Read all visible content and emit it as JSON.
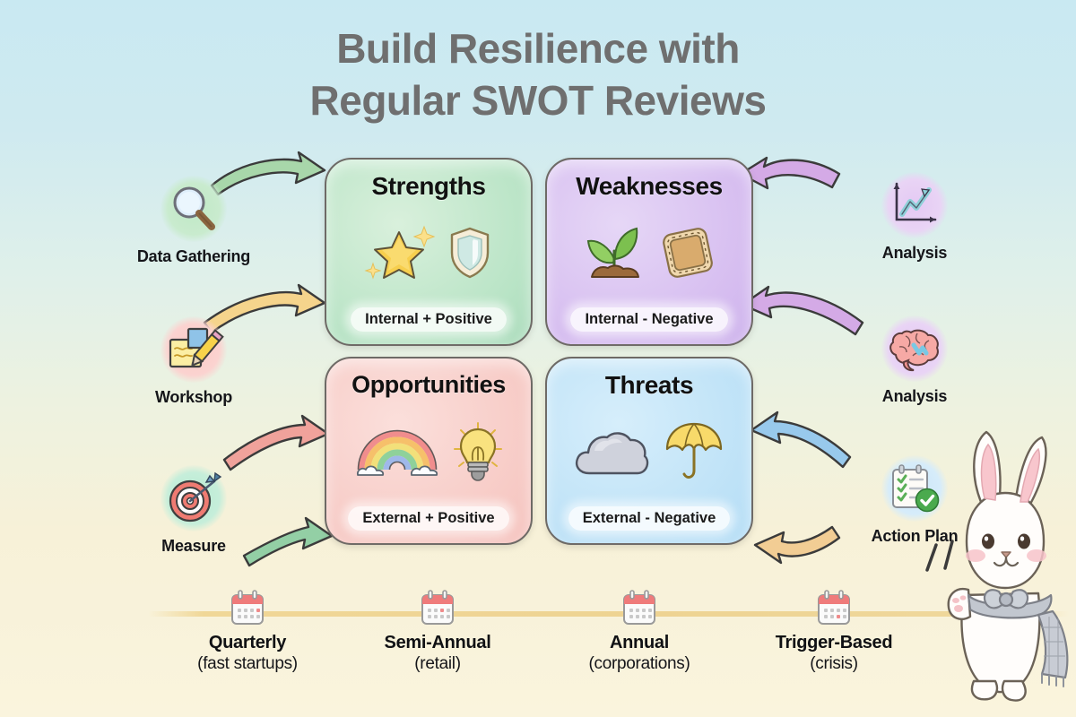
{
  "title": {
    "line1": "Build Resilience with",
    "line2": "Regular SWOT Reviews",
    "color": "#6f6f6f"
  },
  "background": {
    "top_color": "#c9e9f2",
    "bottom_color": "#faf4dd"
  },
  "matrix": {
    "quadrants": [
      {
        "key": "strengths",
        "title": "Strengths",
        "caption": "Internal + Positive",
        "color": "#b9e4c6",
        "icons": [
          "star-icon",
          "shield-icon"
        ]
      },
      {
        "key": "weaknesses",
        "title": "Weaknesses",
        "caption": "Internal - Negative",
        "color": "#d6bdf0",
        "icons": [
          "seedling-icon",
          "patch-icon"
        ]
      },
      {
        "key": "opportunities",
        "title": "Opportunities",
        "caption": "External + Positive",
        "color": "#f7cbc6",
        "icons": [
          "rainbow-icon",
          "lightbulb-icon"
        ]
      },
      {
        "key": "threats",
        "title": "Threats",
        "caption": "External - Negative",
        "color": "#bee2f7",
        "icons": [
          "cloud-icon",
          "umbrella-icon"
        ]
      }
    ]
  },
  "left_nodes": [
    {
      "key": "data-gathering",
      "label": "Data Gathering",
      "icon": "magnifier-icon",
      "bubble_color": "#c9ebce"
    },
    {
      "key": "workshop",
      "label": "Workshop",
      "icon": "sticky-note-pencil-icon",
      "bubble_color": "#fbd3d0"
    },
    {
      "key": "measure",
      "label": "Measure",
      "icon": "target-icon",
      "bubble_color": "#c6eeda"
    }
  ],
  "right_nodes": [
    {
      "key": "analysis-chart",
      "label": "Analysis",
      "icon": "line-chart-icon",
      "bubble_color": "#e9d4f5"
    },
    {
      "key": "analysis-brain",
      "label": "Analysis",
      "icon": "brain-icon",
      "bubble_color": "#e9d4f5"
    },
    {
      "key": "action-plan",
      "label": "Action Plan",
      "icon": "checklist-check-icon",
      "bubble_color": "#d6ecfa"
    }
  ],
  "arrows": [
    {
      "key": "data-gathering-to-strengths",
      "color": "#9fd3a3",
      "direction": "right"
    },
    {
      "key": "workshop-to-strengths",
      "color": "#f3cf86",
      "direction": "right"
    },
    {
      "key": "measure-to-opportunities",
      "color": "#ef9f99",
      "direction": "right"
    },
    {
      "key": "measure-out-lower",
      "color": "#8fcfa4",
      "direction": "right"
    },
    {
      "key": "weaknesses-to-analysis-chart",
      "color": "#cfa6e2",
      "direction": "left"
    },
    {
      "key": "weaknesses-to-analysis-brain",
      "color": "#cfa6e2",
      "direction": "left"
    },
    {
      "key": "threats-to-action-plan",
      "color": "#8fc3e8",
      "direction": "left"
    },
    {
      "key": "action-plan-loop",
      "color": "#efc68a",
      "direction": "left"
    }
  ],
  "timeline": {
    "line_color": "#eed392",
    "items": [
      {
        "key": "quarterly",
        "icon": "calendar-icon",
        "name": "Quarterly",
        "detail": "(fast startups)"
      },
      {
        "key": "semi-annual",
        "icon": "calendar-icon",
        "name": "Semi-Annual",
        "detail": "(retail)"
      },
      {
        "key": "annual",
        "icon": "calendar-icon",
        "name": "Annual",
        "detail": "(corporations)"
      },
      {
        "key": "trigger-based",
        "icon": "calendar-icon",
        "name": "Trigger-Based",
        "detail": "(crisis)"
      }
    ]
  },
  "mascot": {
    "key": "rabbit-mascot",
    "description": "waving white rabbit with gray scarf"
  }
}
